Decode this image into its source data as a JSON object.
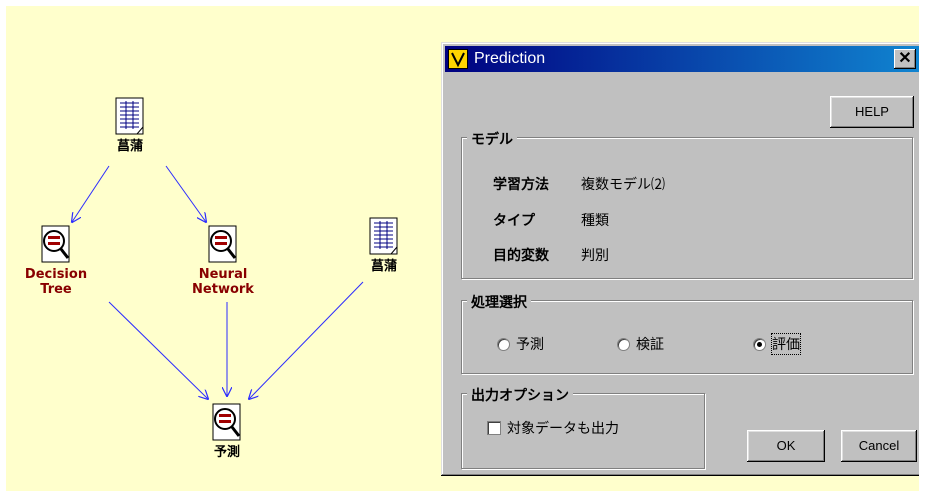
{
  "canvas": {
    "bg": "#ffffcc",
    "link_color": "#2b2bff",
    "nodes": {
      "data1": {
        "label": "菖蒲",
        "icon": "table-document-icon"
      },
      "decision_tree": {
        "label": "Decision\nTree",
        "icon": "magnifier-model-icon"
      },
      "neural_network": {
        "label": "Neural\nNetwork",
        "icon": "magnifier-model-icon"
      },
      "data2": {
        "label": "菖蒲",
        "icon": "table-document-icon"
      },
      "predict": {
        "label": "予測",
        "icon": "magnifier-model-icon"
      }
    }
  },
  "dialog": {
    "title": "Prediction",
    "close_label": "✕",
    "help_label": "HELP",
    "model_group": {
      "label": "モデル",
      "rows": [
        {
          "key": "学習方法",
          "value": "複数モデル⑵"
        },
        {
          "key": "タイプ",
          "value": "種類"
        },
        {
          "key": "目的変数",
          "value": "判別"
        }
      ]
    },
    "process_group": {
      "label": "処理選択",
      "options": [
        {
          "label": "予測",
          "checked": false
        },
        {
          "label": "検証",
          "checked": false
        },
        {
          "label": "評価",
          "checked": true
        }
      ]
    },
    "output_group": {
      "label": "出力オプション",
      "checkbox_label": "対象データも出力",
      "checked": false
    },
    "ok_label": "OK",
    "cancel_label": "Cancel"
  }
}
